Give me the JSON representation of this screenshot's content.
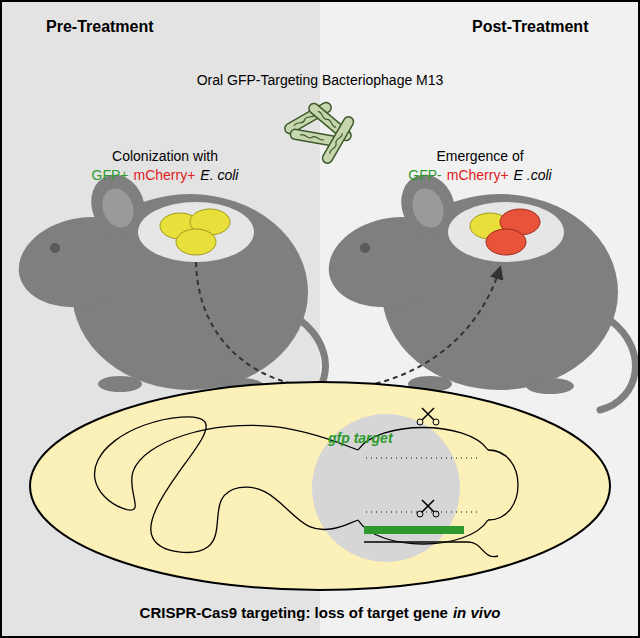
{
  "diagram": {
    "nodes": [
      {
        "text": [
          "Pre-Treatment"
        ]
      },
      {
        "text": [
          "Post-Treatment"
        ]
      },
      {
        "text": [
          "gfp target"
        ]
      }
    ],
    "labels": [
      "Oral GFP-Targeting Bacteriophage M13",
      "Colonization with",
      "GFP+",
      "mCherry+",
      "E. coli",
      "Emergence of",
      "GFP-",
      "mCherry+",
      "E .coli",
      "CRISPR-Cas9 targeting: loss of target gene",
      "in vivo"
    ]
  }
}
